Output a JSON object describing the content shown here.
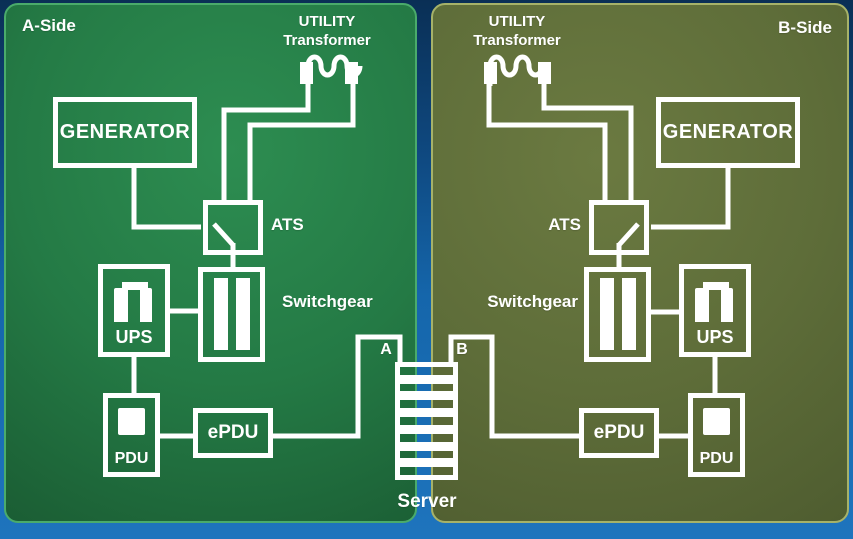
{
  "a_side": {
    "title": "A-Side",
    "utility_transformer": {
      "line1": "UTILITY",
      "line2": "Transformer"
    },
    "generator_label": "GENERATOR",
    "ats_label": "ATS",
    "switchgear_label": "Switchgear",
    "ups_label": "UPS",
    "pdu_label": "PDU",
    "epdu_label": "ePDU",
    "feed_label": "A"
  },
  "b_side": {
    "title": "B-Side",
    "utility_transformer": {
      "line1": "UTILITY",
      "line2": "Transformer"
    },
    "generator_label": "GENERATOR",
    "ats_label": "ATS",
    "switchgear_label": "Switchgear",
    "ups_label": "UPS",
    "pdu_label": "PDU",
    "epdu_label": "ePDU",
    "feed_label": "B"
  },
  "server": {
    "label": "Server"
  },
  "colors": {
    "panel_a_fill": "#247a45",
    "panel_a_border": "#4aab6b",
    "panel_b_fill": "#5e6d39",
    "panel_b_border": "#a6b269",
    "background_blue": "#1566ab",
    "diagram_lines": "#ffffff"
  }
}
